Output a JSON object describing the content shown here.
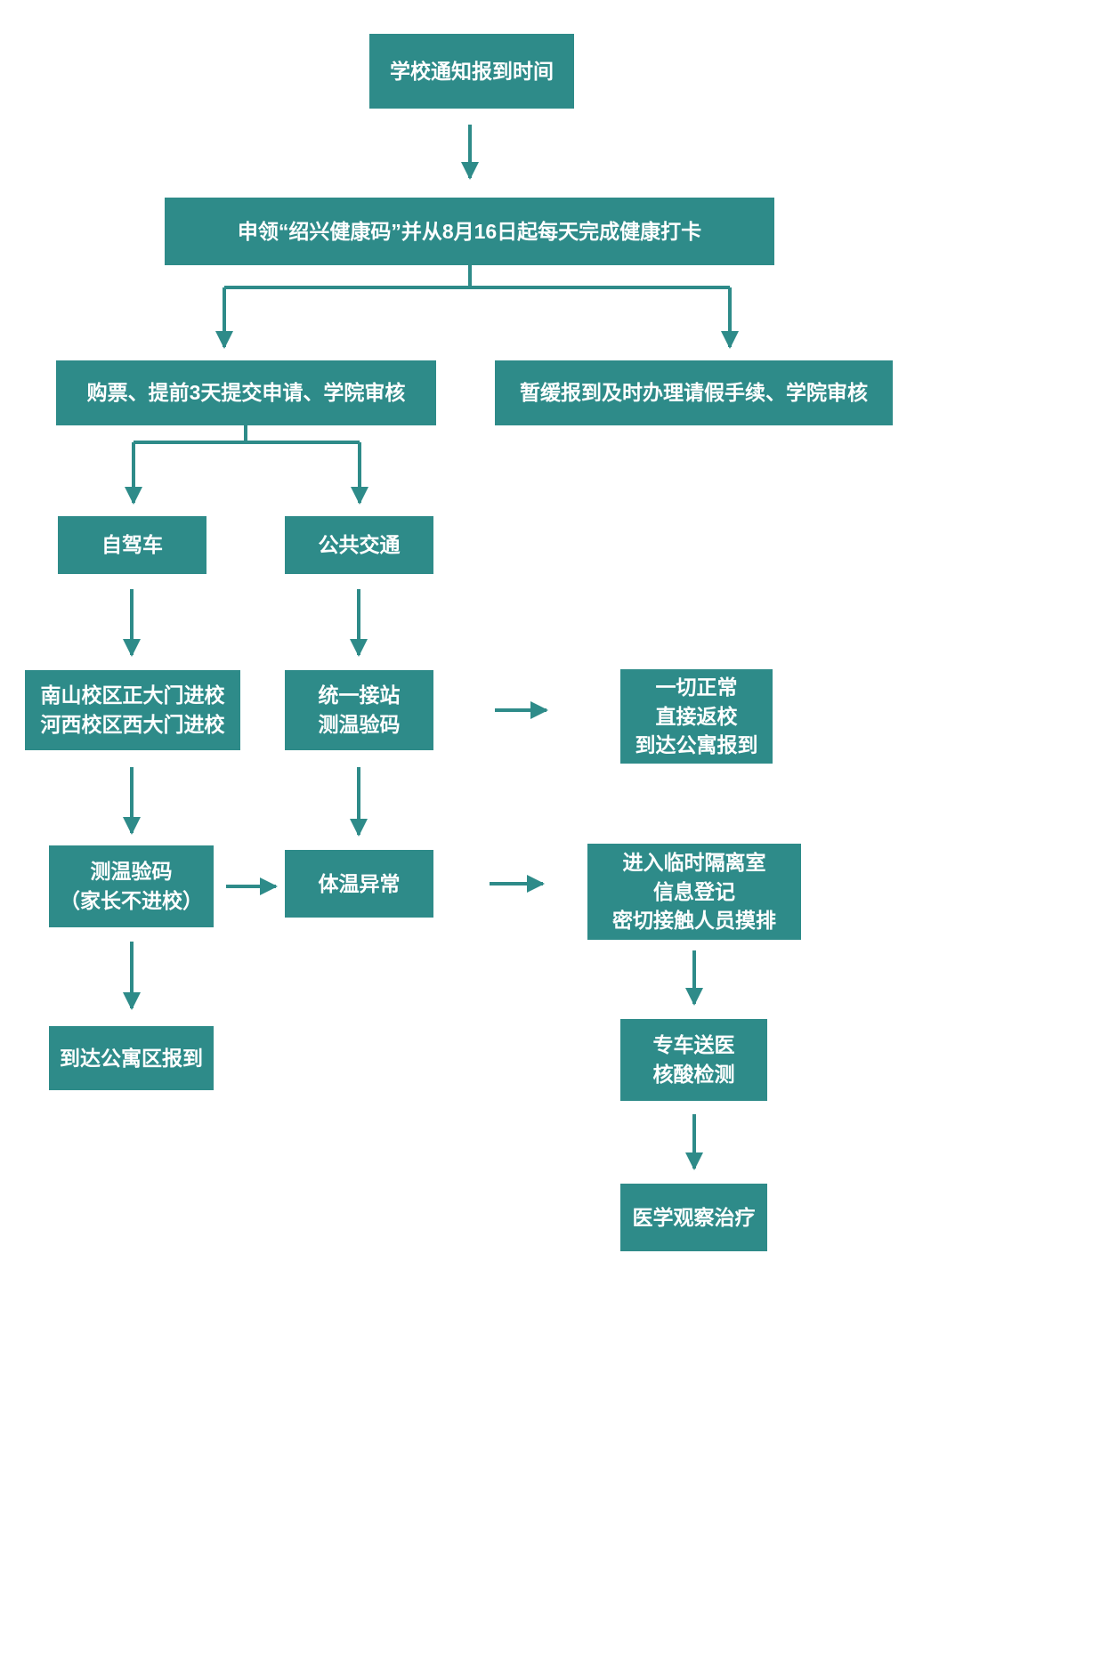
{
  "diagram": {
    "type": "flowchart",
    "colors": {
      "node_fill": "#2E8B89",
      "node_text": "#FFFFFF",
      "connector": "#2E8B89",
      "background": "#FFFFFF"
    },
    "nodes": {
      "school_notice": {
        "label": "学校通知报到时间"
      },
      "health_code": {
        "label": "申领“绍兴健康码”并从8月16日起每天完成健康打卡"
      },
      "ticket_apply": {
        "label": "购票、提前3天提交申请、学院审核"
      },
      "postpone_report": {
        "label": "暂缓报到及时办理请假手续、学院审核"
      },
      "self_drive": {
        "label": "自驾车"
      },
      "public_transport": {
        "label": "公共交通"
      },
      "campus_gates": {
        "label": "南山校区正大门进校\n河西校区西大门进校"
      },
      "station_pickup": {
        "label": "统一接站\n测温验码"
      },
      "all_normal": {
        "label": "一切正常\n直接返校\n到达公寓报到"
      },
      "temp_check_gate": {
        "label": "测温验码\n（家长不进校）"
      },
      "temp_abnormal": {
        "label": "体温异常"
      },
      "isolation_room": {
        "label": "进入临时隔离室\n信息登记\n密切接触人员摸排"
      },
      "apartment_report": {
        "label": "到达公寓区报到"
      },
      "hospital_test": {
        "label": "专车送医\n核酸检测"
      },
      "medical_observation": {
        "label": "医学观察治疗"
      }
    },
    "edges": [
      {
        "from": "school_notice",
        "to": "health_code"
      },
      {
        "from": "health_code",
        "to": "ticket_apply"
      },
      {
        "from": "health_code",
        "to": "postpone_report"
      },
      {
        "from": "ticket_apply",
        "to": "self_drive"
      },
      {
        "from": "ticket_apply",
        "to": "public_transport"
      },
      {
        "from": "self_drive",
        "to": "campus_gates"
      },
      {
        "from": "public_transport",
        "to": "station_pickup"
      },
      {
        "from": "station_pickup",
        "to": "all_normal"
      },
      {
        "from": "campus_gates",
        "to": "temp_check_gate"
      },
      {
        "from": "station_pickup",
        "to": "temp_abnormal"
      },
      {
        "from": "temp_check_gate",
        "to": "temp_abnormal"
      },
      {
        "from": "temp_abnormal",
        "to": "isolation_room"
      },
      {
        "from": "temp_check_gate",
        "to": "apartment_report"
      },
      {
        "from": "isolation_room",
        "to": "hospital_test"
      },
      {
        "from": "hospital_test",
        "to": "medical_observation"
      }
    ]
  }
}
